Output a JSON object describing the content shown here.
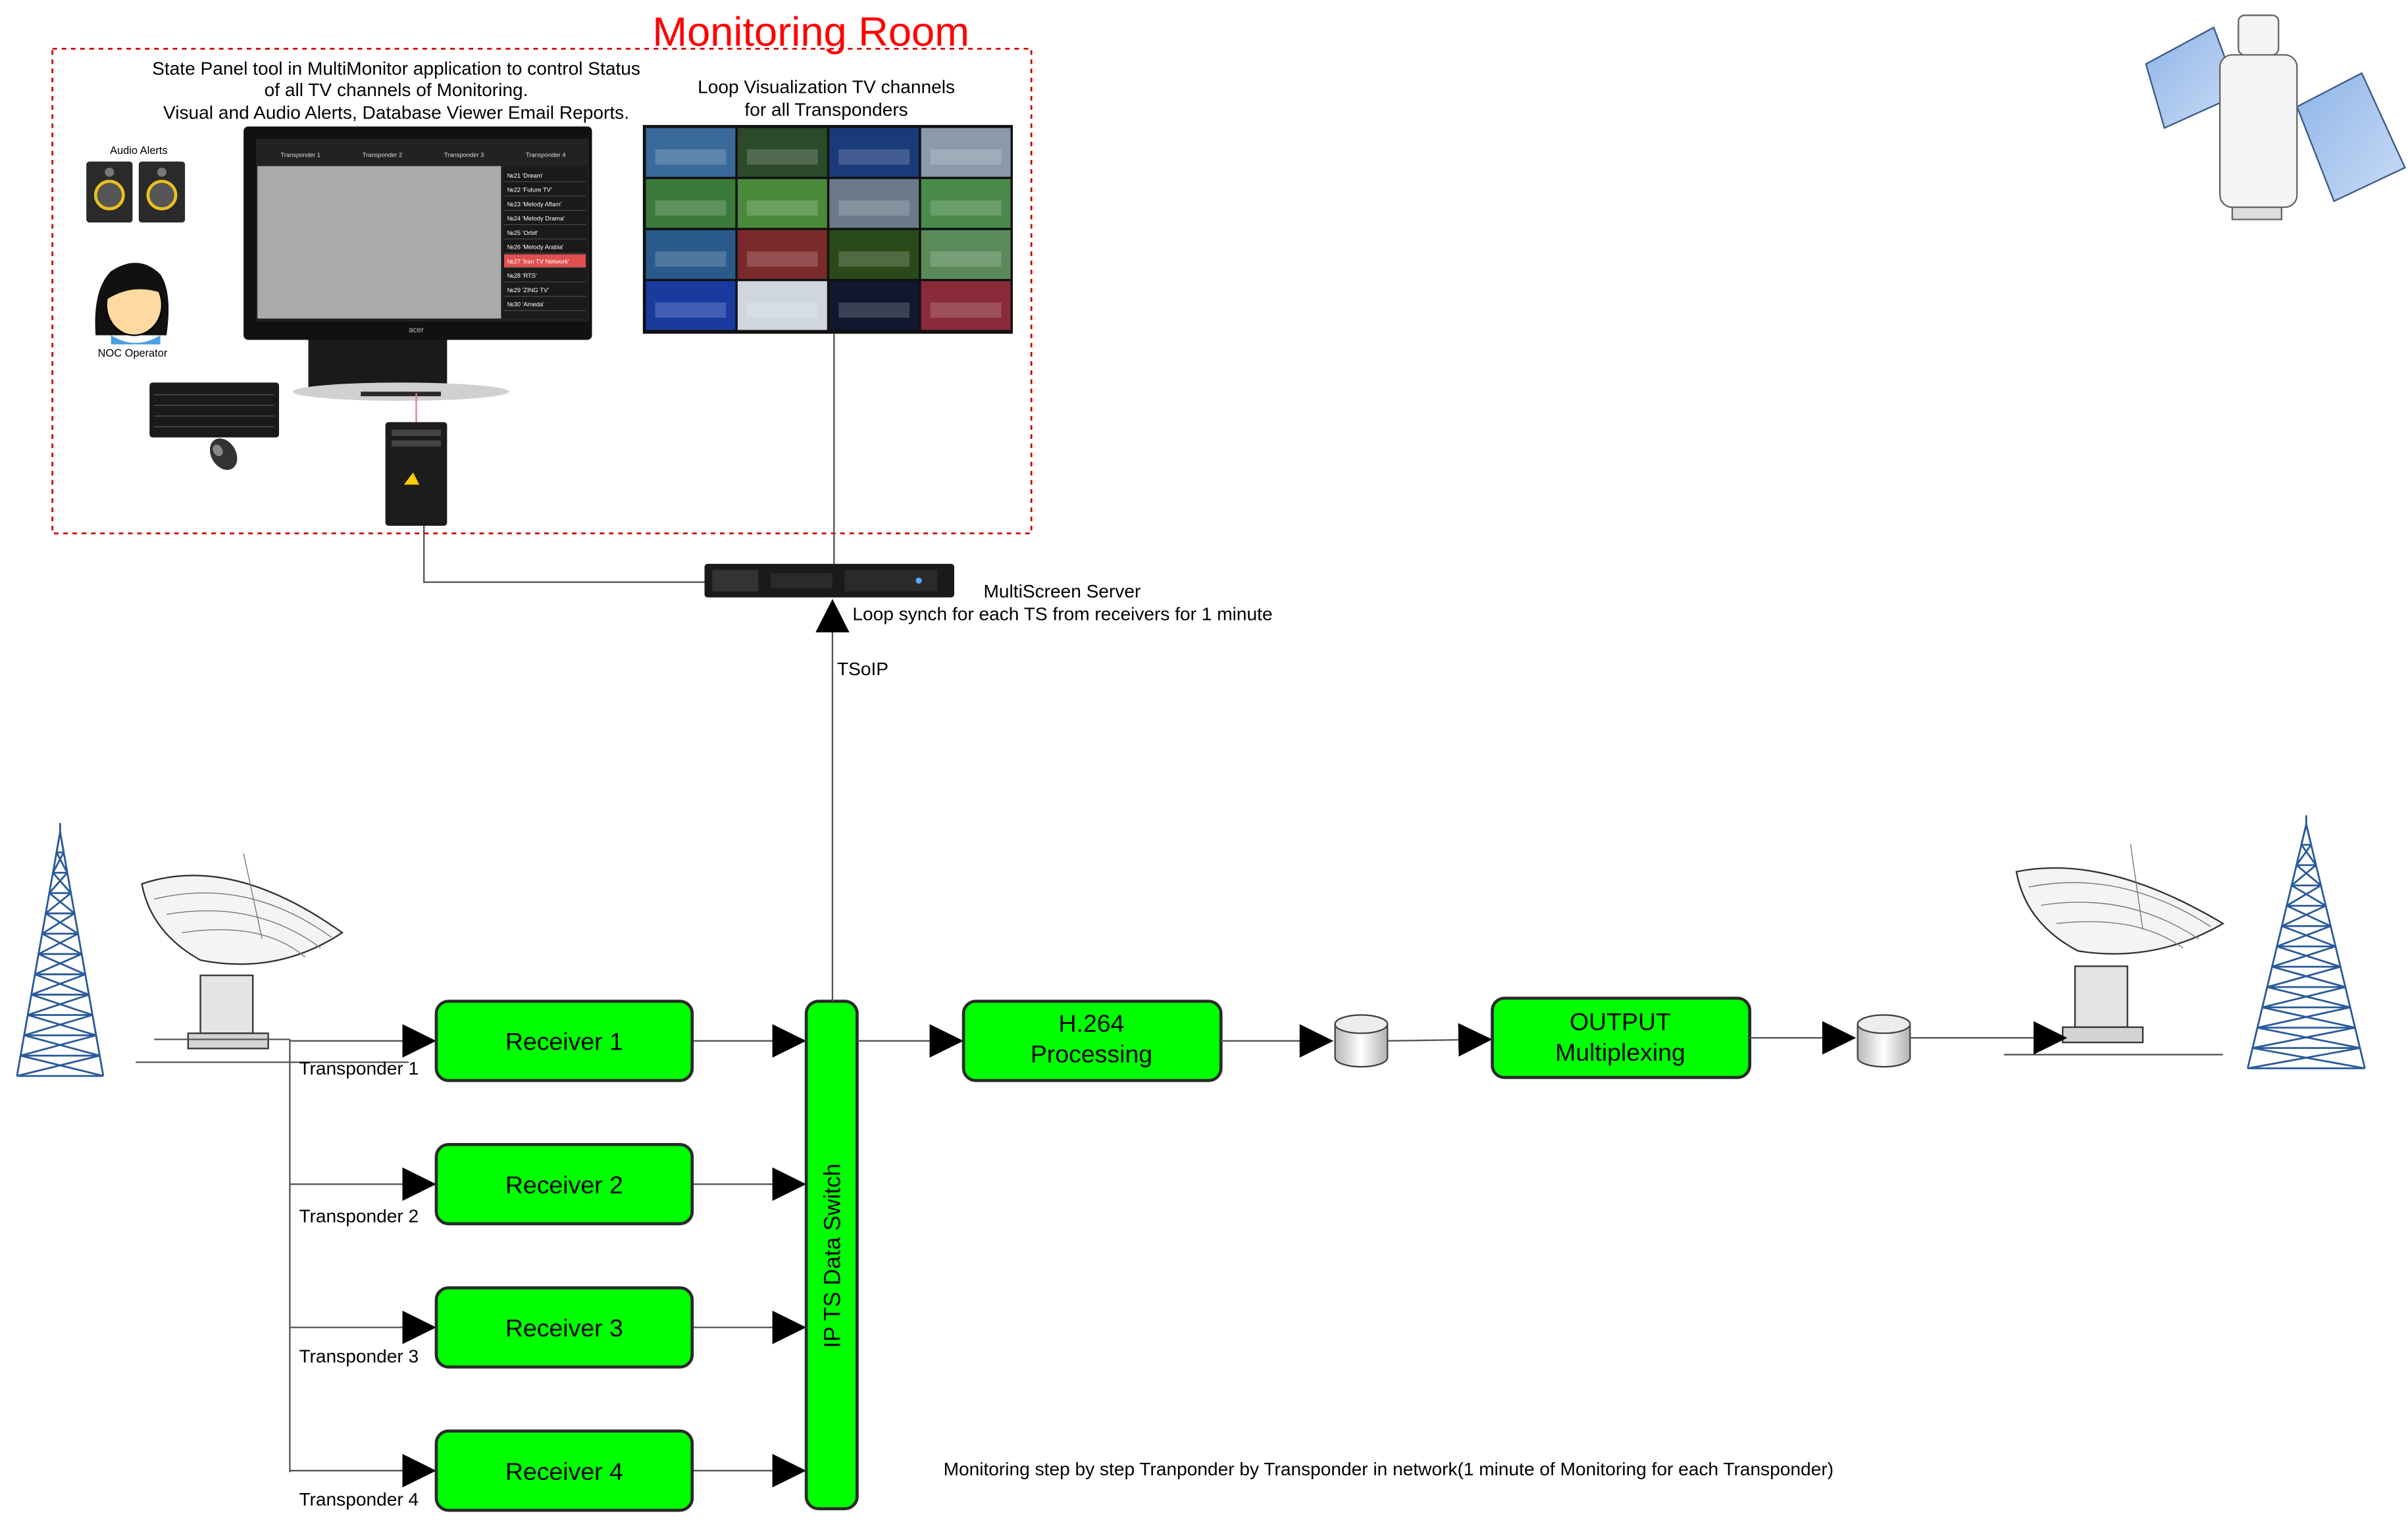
{
  "title": "Monitoring Room",
  "state_panel_caption": [
    "State Panel tool in MultiMonitor application to control Status",
    "of all TV channels of Monitoring.",
    "Visual and Audio Alerts, Database Viewer Email Reports."
  ],
  "loop_caption": [
    "Loop Visualization TV channels",
    "for all Transponders"
  ],
  "audio_alerts_label": "Audio Alerts",
  "noc_operator_label": "NOC Operator",
  "state_panel": {
    "columns": [
      "Transponder 1",
      "Transponder 2",
      "Transponder 3",
      "Transponder 4"
    ],
    "channels": [
      "№21 'Dream'",
      "№22 'Future TV'",
      "№23 'Melody Aflam'",
      "№24 'Melody Drama'",
      "№25 'Orbit'",
      "№26 'Melody Arabia'",
      "№27 'Iran TV Network'",
      "№28 'RTS'",
      "№29 'ZING TV'",
      "№30 'Ameda'"
    ],
    "alert_index": 6
  },
  "server": {
    "name": "MultiScreen Server",
    "description": "Loop synch for each TS from receivers for 1 minute"
  },
  "link_label": "TSoIP",
  "receivers": [
    "Receiver 1",
    "Receiver 2",
    "Receiver 3",
    "Receiver 4"
  ],
  "transponders": [
    "Transponder 1",
    "Transponder 2",
    "Transponder 3",
    "Transponder 4"
  ],
  "switch_label": "IP TS Data Switch",
  "processing": [
    "H.264",
    "Processing"
  ],
  "output": [
    "OUTPUT",
    "Multiplexing"
  ],
  "footer_note": "Monitoring step by step Tranponder by Transponder in network(1 minute of Monitoring for each Transponder)",
  "colors": {
    "block_fill": "#00ff00",
    "title": "#ff0000",
    "dashed_border": "#cc0000",
    "alert_row": "#e05050",
    "antenna": "#2a5a9a"
  }
}
